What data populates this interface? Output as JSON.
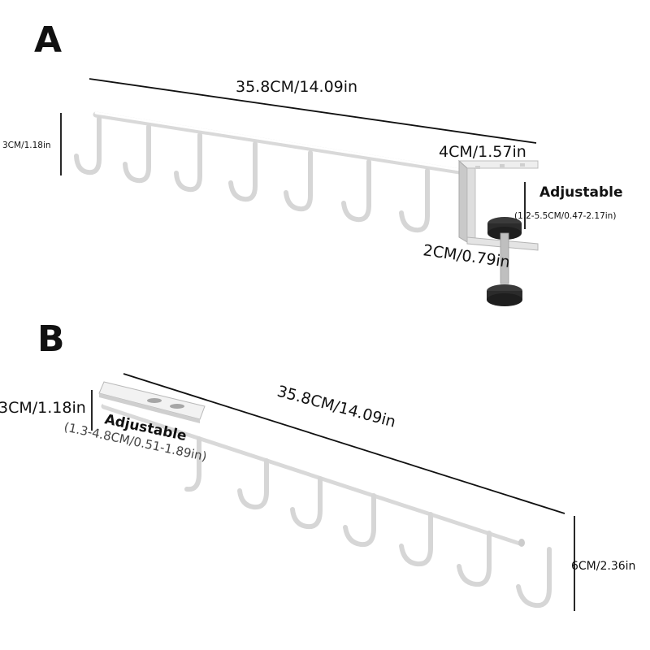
{
  "variant_a": {
    "letter": "A",
    "length": "35.8CM/14.09in",
    "height": "3CM/1.18in",
    "clamp_depth": "4CM/1.57in",
    "adjustable": "Adjustable",
    "adjust_range": "(1.2-5.5CM/0.47-2.17in)",
    "clamp_gap": "2CM/0.79in"
  },
  "variant_b": {
    "letter": "B",
    "length": "35.8CM/14.09in",
    "height": "3CM/1.18in",
    "adjustable": "Adjustable",
    "adjust_range": "(1.3-4.8CM/0.51-1.89in)",
    "hook_height": "6CM/2.36in"
  },
  "colors": {
    "metal": "#d9d9d9",
    "knob": "#2b2b2b",
    "ink": "#111111"
  }
}
